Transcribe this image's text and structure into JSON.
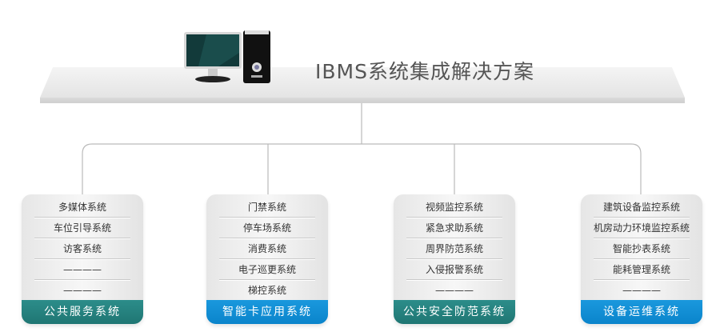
{
  "title": "IBMS系统集成解决方案",
  "colors": {
    "teal": "#237f7c",
    "blue": "#0f8bd2"
  },
  "cards": [
    {
      "items": [
        "多媒体系统",
        "车位引导系统",
        "访客系统",
        "————",
        "————"
      ],
      "footer": "公共服务系统"
    },
    {
      "items": [
        "门禁系统",
        "停车场系统",
        "消费系统",
        "电子巡更系统",
        "梯控系统"
      ],
      "footer": "智能卡应用系统"
    },
    {
      "items": [
        "视频监控系统",
        "紧急求助系统",
        "周界防范系统",
        "入侵报警系统",
        "————"
      ],
      "footer": "公共安全防范系统"
    },
    {
      "items": [
        "建筑设备监控系统",
        "机房动力环境监控系统",
        "智能抄表系统",
        "能耗管理系统",
        "————"
      ],
      "footer": "设备运维系统"
    }
  ]
}
